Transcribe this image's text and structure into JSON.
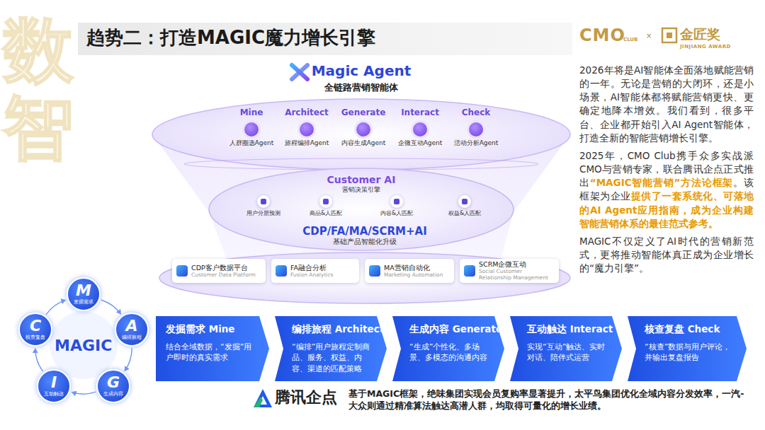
{
  "diagram": {
    "title": "趋势二：打造MAGIC魔力增长引擎",
    "caption": "基于MAGIC框架，绝味集团实现会员复购率显著提升，太平鸟集团优化全域内容分发效率，一汽-大众则通过精准算法触达高潜人群，均取得可量化的增长业绩。",
    "nodes": [
      {
        "text": [
          "Magic Agent",
          "全链路营销智能体"
        ]
      },
      {
        "text": [
          "Mine",
          "人群圈选Agent"
        ],
        "in": 0
      },
      {
        "text": [
          "Architect",
          "旅程编排Agent"
        ],
        "in": 0
      },
      {
        "text": [
          "Generate",
          "内容生成Agent"
        ],
        "in": 0
      },
      {
        "text": [
          "Interact",
          "企微互动Agent"
        ],
        "in": 0
      },
      {
        "text": [
          "Check",
          "活动分析Agent"
        ],
        "in": 0
      },
      {
        "text": [
          "Customer AI",
          "营销决策引擎"
        ]
      },
      {
        "text": [
          "用户分层预测"
        ],
        "in": 6
      },
      {
        "text": [
          "商品&人匹配"
        ],
        "in": 6
      },
      {
        "text": [
          "内容&人匹配"
        ],
        "in": 6
      },
      {
        "text": [
          "权益&人匹配"
        ],
        "in": 6
      },
      {
        "text": [
          "CDP/FA/MA/SCRM+AI",
          "基础产品智能化升级"
        ]
      },
      {
        "text": [
          "CDP客户数据平台",
          "Customer Data Platform"
        ],
        "in": 11
      },
      {
        "text": [
          "FA融合分析",
          "Fusion Analytics"
        ],
        "in": 11
      },
      {
        "text": [
          "MA营销自动化",
          "Marketing Automation"
        ],
        "in": 11
      },
      {
        "text": [
          "SCRM企微互动",
          "Social Customer Relationship Management"
        ],
        "in": 11
      },
      {
        "text": [
          "M",
          "发掘需求"
        ]
      },
      {
        "text": [
          "A",
          "编排旅程"
        ]
      },
      {
        "text": [
          "G",
          "生成内容"
        ]
      },
      {
        "text": [
          "I",
          "互动触达"
        ]
      },
      {
        "text": [
          "C",
          "核查复盘"
        ]
      },
      {
        "text": [
          "发掘需求 Mine",
          "结合全域数据，“发掘”用户即时的真实需求"
        ]
      },
      {
        "text": [
          "编排旅程 Architect",
          "“编排”用户旅程定制商品、服务、权益、内容、渠道的匹配策略"
        ]
      },
      {
        "text": [
          "生成内容 Generate",
          "“生成”个性化、多场景、多模态的沟通内容"
        ]
      },
      {
        "text": [
          "互动触达 Interact",
          "实现“互动”触达、实时对话、陪伴式运营"
        ]
      },
      {
        "text": [
          "核查复盘 Check",
          "“核查”数据与用户评论，并输出复盘报告"
        ]
      }
    ],
    "edges": [
      {
        "from": 16,
        "to": 17,
        "arrow": "to"
      },
      {
        "from": 17,
        "to": 18,
        "arrow": "to"
      },
      {
        "from": 18,
        "to": 19,
        "arrow": "to"
      },
      {
        "from": 19,
        "to": 20,
        "arrow": "to"
      },
      {
        "from": 20,
        "to": 16,
        "arrow": "to"
      }
    ],
    "labels": [
      "CMO",
      "CLUB",
      "×",
      "金匠奖",
      "JINJIANG AWARD",
      "数智",
      "2026年将是AI智能体全面落地赋能营销的一年。无论是营销的大闭环，还是小场景，AI智能体都将赋能营销更快、更确定地降本增效。我们看到，很多平台、企业都开始引入AI Agent智能体，打造全新的智能营销增长引擎。",
      "2025年，CMO Club携手众多实战派CMO与营销专家，联合腾讯企点正式推出",
      "“MAGIC智能营销”方法论框架",
      "。该框架为企业",
      "提供了一套系统化、可落地的AI Agent应用指南，成为企业构建智能营销体系的最佳范式参考。",
      "MAGIC不仅定义了AI时代的营销新范式，更将推动智能体真正成为企业增长的“魔力引擎”。",
      "MAGIC",
      "腾讯企点"
    ]
  }
}
